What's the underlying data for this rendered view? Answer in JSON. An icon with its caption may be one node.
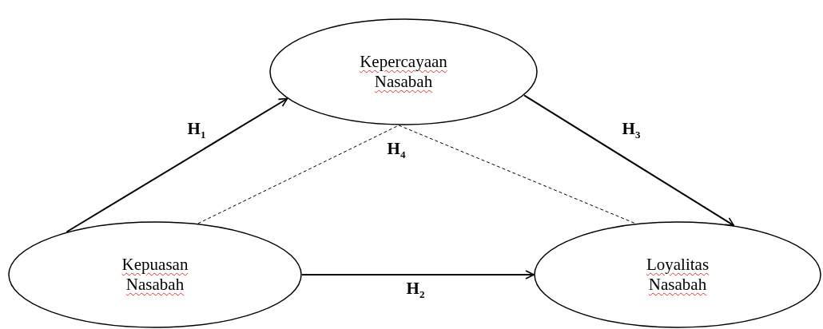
{
  "diagram": {
    "nodes": [
      {
        "text": [
          "Kepercayaan Nasabah"
        ]
      },
      {
        "text": [
          "Kepuasan Nasabah"
        ]
      },
      {
        "text": [
          "Loyalitas Nasabah"
        ]
      }
    ],
    "edges": [
      {
        "from": 1,
        "to": 0,
        "arrow": "to",
        "label": "H$_{1}$"
      },
      {
        "from": 0,
        "to": 2,
        "arrow": "to",
        "label": "H$_{3}$"
      },
      {
        "from": 1,
        "to": 2,
        "arrow": "to",
        "label": "H$_{2}$"
      },
      {
        "from": 1,
        "to": 0,
        "arrow": "none",
        "style": "dashed"
      },
      {
        "from": 0,
        "to": 2,
        "arrow": "none",
        "style": "dashed"
      }
    ],
    "labels": [
      "H$_{4}$"
    ]
  }
}
